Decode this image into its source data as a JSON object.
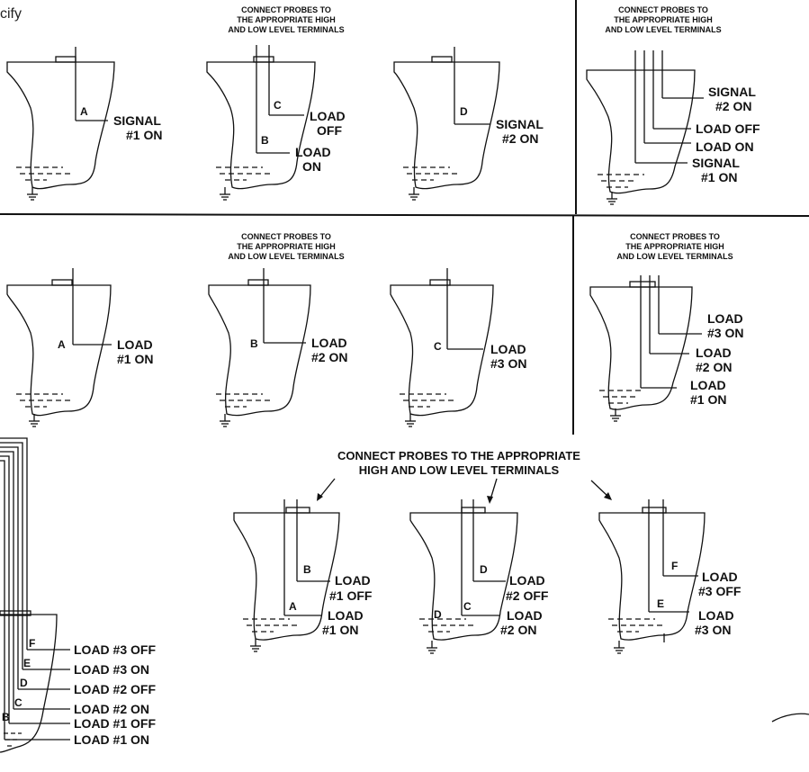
{
  "fragment": "cify",
  "caption": {
    "line1": "CONNECT PROBES TO",
    "line2": "THE APPROPRIATE HIGH",
    "line3": "AND LOW LEVEL TERMINALS"
  },
  "caption_wide": {
    "line1": "CONNECT PROBES TO THE APPROPRIATE",
    "line2": "HIGH AND LOW LEVEL TERMINALS"
  },
  "row1": {
    "tank_a": {
      "probe": "A",
      "label1": "SIGNAL",
      "label2": "#1 ON"
    },
    "tank_bc": {
      "probe_c": "C",
      "c_label1": "LOAD",
      "c_label2": "OFF",
      "probe_b": "B",
      "b_label1": "LOAD",
      "b_label2": "ON"
    },
    "tank_d": {
      "probe": "D",
      "label1": "SIGNAL",
      "label2": "#2 ON"
    },
    "combined": [
      {
        "l1": "SIGNAL",
        "l2": "#2 ON"
      },
      {
        "l1": "LOAD OFF"
      },
      {
        "l1": "LOAD ON"
      },
      {
        "l1": "SIGNAL",
        "l2": "#1 ON"
      }
    ]
  },
  "row2": {
    "tanks": [
      {
        "probe": "A",
        "label1": "LOAD",
        "label2": "#1 ON"
      },
      {
        "probe": "B",
        "label1": "LOAD",
        "label2": "#2 ON"
      },
      {
        "probe": "C",
        "label1": "LOAD",
        "label2": "#3 ON"
      }
    ],
    "combined": [
      {
        "l1": "LOAD",
        "l2": "#3 ON"
      },
      {
        "l1": "LOAD",
        "l2": "#2 ON"
      },
      {
        "l1": "LOAD",
        "l2": "#1 ON"
      }
    ]
  },
  "row3": {
    "left_labels": [
      "LOAD #3 OFF",
      "LOAD #3 ON",
      "LOAD #2 OFF",
      "LOAD #2 ON",
      "LOAD #1 OFF",
      "LOAD #1 ON"
    ],
    "left_letters": [
      "F",
      "E",
      "D",
      "C",
      "B"
    ],
    "tanks": [
      {
        "upper_probe": "B",
        "upper1": "LOAD",
        "upper2": "#1 OFF",
        "lower_probe": "A",
        "lower1": "LOAD",
        "lower2": "#1 ON"
      },
      {
        "upper_probe": "D",
        "upper1": "LOAD",
        "upper2": "#2 OFF",
        "lower_probe": "C",
        "lower1": "LOAD",
        "lower2": "#2 ON",
        "extra_probe": "D"
      },
      {
        "upper_probe": "F",
        "upper1": "LOAD",
        "upper2": "#3 OFF",
        "lower_probe": "E",
        "lower1": "LOAD",
        "lower2": "#3 ON"
      }
    ]
  }
}
